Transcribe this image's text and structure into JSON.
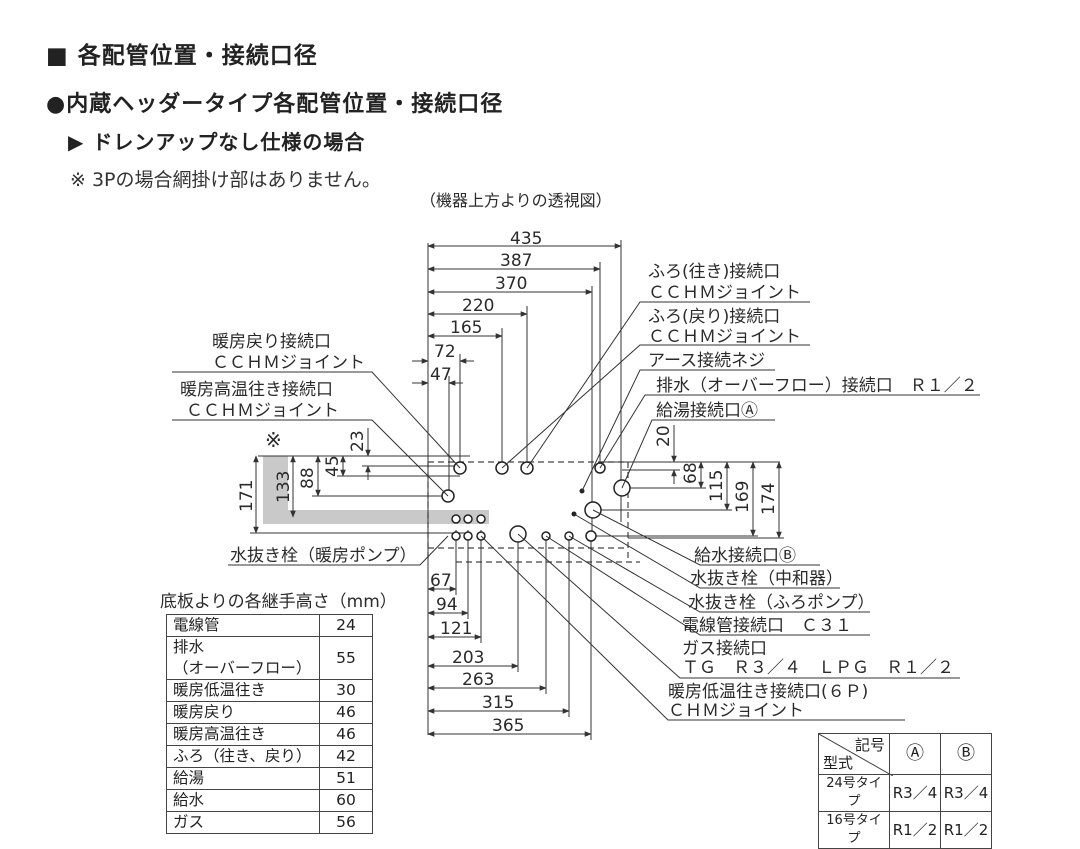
{
  "headings": {
    "h1": "■ 各配管位置・接続口径",
    "h2": "●内蔵ヘッダータイプ各配管位置・接続口径",
    "h3": "▶ ドレンアップなし仕様の場合",
    "note": "※ 3Pの場合網掛け部はありません。"
  },
  "diagram": {
    "view_label": "（機器上方よりの透視図）",
    "asterisk": "※",
    "top_dims": [
      "435",
      "387",
      "370",
      "220",
      "165",
      "72",
      "47"
    ],
    "left_dims": [
      "171",
      "133",
      "88",
      "45",
      "23"
    ],
    "right_dims": [
      "20",
      "68",
      "115",
      "169",
      "174"
    ],
    "bottom_dims": [
      "67",
      "94",
      "121",
      "203",
      "263",
      "315",
      "365"
    ],
    "callouts": {
      "furo_out": [
        "ふろ(往き)接続口",
        "ＣＣＨＭジョイント"
      ],
      "furo_ret": [
        "ふろ(戻り)接続口",
        "ＣＣＨＭジョイント"
      ],
      "earth": "アース接続ネジ",
      "drain": "排水（オーバーフロー）接続口　Ｒ１／２",
      "hot_supply": "給湯接続口Ⓐ",
      "heat_ret": [
        "暖房戻り接続口",
        "ＣＣＨＭジョイント"
      ],
      "heat_high": [
        "暖房高温往き接続口",
        "ＣＣＨＭジョイント"
      ],
      "drain_plug_heat": "水抜き栓（暖房ポンプ）",
      "water_supply": "給水接続口Ⓑ",
      "drain_plug_neutral": "水抜き栓（中和器）",
      "drain_plug_furo": "水抜き栓（ふろポンプ）",
      "conduit": "電線管接続口　Ｃ３１",
      "gas": [
        "ガス接続口",
        "ＴＧ　Ｒ３／４　ＬＰＧ　Ｒ１／２"
      ],
      "heat_low": [
        "暖房低温往き接続口(６Ｐ)",
        "ＣＨＭジョイント"
      ]
    }
  },
  "heights_table": {
    "caption": "底板よりの各継手高さ（mm）",
    "rows": [
      {
        "name": "電線管",
        "value": "24"
      },
      {
        "name": "排水\n（オーバーフロー）",
        "value": "55"
      },
      {
        "name": "暖房低温往き",
        "value": "30"
      },
      {
        "name": "暖房戻り",
        "value": "46"
      },
      {
        "name": "暖房高温往き",
        "value": "46"
      },
      {
        "name": "ふろ（往き、戻り）",
        "value": "42"
      },
      {
        "name": "給湯",
        "value": "51"
      },
      {
        "name": "給水",
        "value": "60"
      },
      {
        "name": "ガス",
        "value": "56"
      }
    ]
  },
  "size_table": {
    "header_top": "記号",
    "header_left": "型式",
    "col_a": "Ⓐ",
    "col_b": "Ⓑ",
    "rows": [
      {
        "type": "24号タイプ",
        "a": "R3／4",
        "b": "R3／4"
      },
      {
        "type": "16号タイプ",
        "a": "R1／2",
        "b": "R1／2"
      }
    ]
  }
}
